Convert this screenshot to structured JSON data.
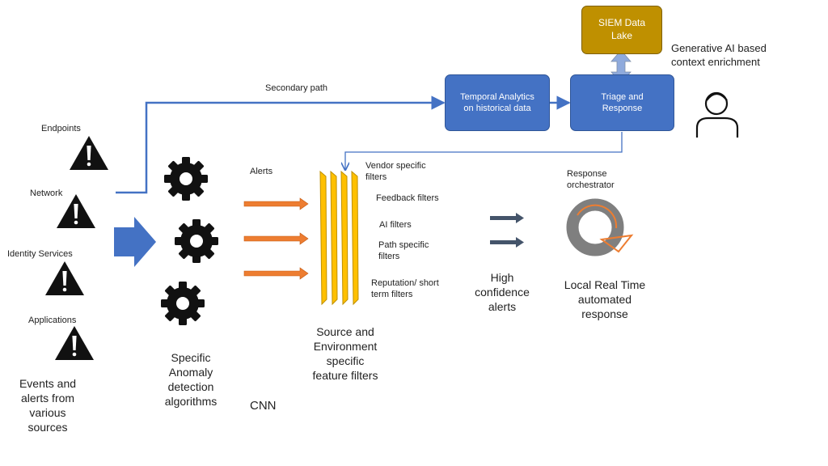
{
  "sources": {
    "endpoints": "Endpoints",
    "network": "Network",
    "identity": "Identity Services",
    "applications": "Applications",
    "caption": [
      "Events and",
      "alerts from",
      "various",
      "sources"
    ]
  },
  "anomaly": {
    "caption": [
      "Specific",
      "Anomaly",
      "detection",
      "algorithms"
    ]
  },
  "cnn": "CNN",
  "alerts": "Alerts",
  "secondary_path": "Secondary path",
  "filters": {
    "vendor": [
      "Vendor specific",
      "filters"
    ],
    "feedback": "Feedback filters",
    "ai": "AI filters",
    "path": [
      "Path specific",
      "filters"
    ],
    "reputation": [
      "Reputation/ short",
      "term filters"
    ],
    "caption": [
      "Source and",
      "Environment",
      "specific",
      "feature  filters"
    ]
  },
  "high_confidence": [
    "High",
    "confidence",
    "alerts"
  ],
  "orchestrator": [
    "Response",
    "orchestrator"
  ],
  "local_response": [
    "Local Real Time",
    "automated",
    "response"
  ],
  "temporal": [
    "Temporal Analytics",
    "on historical data"
  ],
  "triage": [
    "Triage and",
    "Response"
  ],
  "siem": [
    "SIEM Data",
    "Lake"
  ],
  "genai": [
    "Generative AI based",
    "context enrichment"
  ],
  "colors": {
    "box_blue": "#4472c4",
    "box_gold": "#bf9000",
    "arrow_orange": "#ed7d31",
    "filter_yellow": "#ffc000",
    "dark_arrow": "#44546a"
  }
}
